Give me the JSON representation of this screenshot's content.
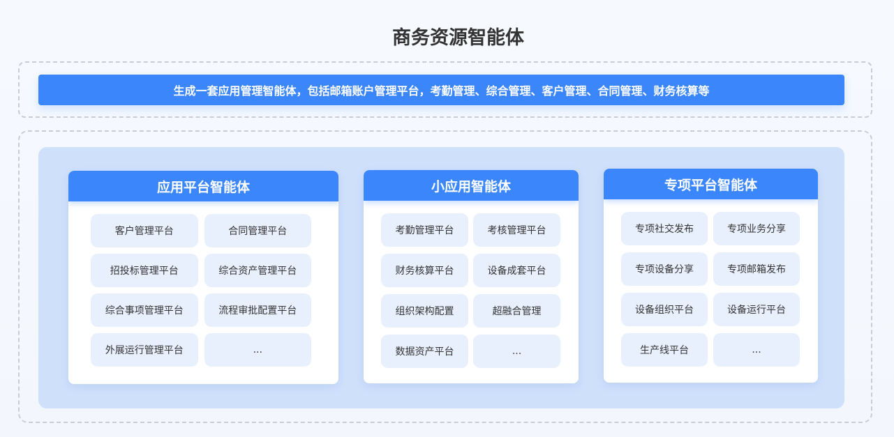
{
  "title": "商务资源智能体",
  "banner": "生成一套应用管理智能体，包括邮箱账户管理平台，考勤管理、综合管理、客户管理、合同管理、财务核算等",
  "colors": {
    "accent": "#3a86fa",
    "panel": "#cfe0fb",
    "item": "#e8f0fd"
  },
  "cards": [
    {
      "title": "应用平台智能体",
      "items": [
        "客户管理平台",
        "合同管理平台",
        "招投标管理平台",
        "综合资产管理平台",
        "综合事项管理平台",
        "流程审批配置平台",
        "外展运行管理平台",
        "..."
      ]
    },
    {
      "title": "小应用智能体",
      "items": [
        "考勤管理平台",
        "考核管理平台",
        "财务核算平台",
        "设备成套平台",
        "组织架构配置",
        "超融合管理",
        "数据资产平台",
        "..."
      ]
    },
    {
      "title": "专项平台智能体",
      "items": [
        "专项社交发布",
        "专项业务分享",
        "专项设备分享",
        "专项邮箱发布",
        "设备组织平台",
        "设备运行平台",
        "生产线平台",
        "..."
      ]
    }
  ]
}
